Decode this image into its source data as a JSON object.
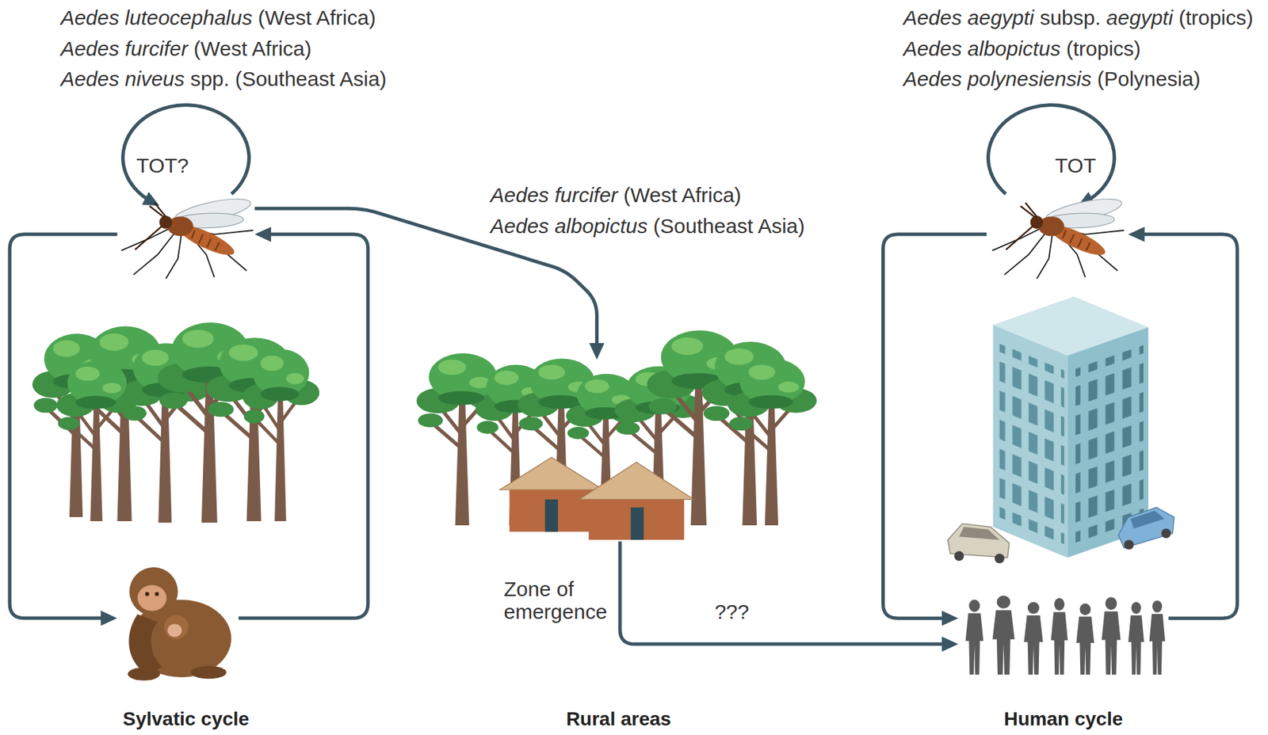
{
  "diagram": {
    "nodes": [
      {
        "text": [
          "Aedes luteocephalus (West Africa)",
          "Aedes furcifer (West Africa)",
          "Aedes niveus spp. (Southeast Asia)"
        ]
      },
      {
        "text": [
          "Sylvatic cycle"
        ]
      },
      {
        "text": [
          "Zone of emergence",
          "Rural areas"
        ]
      },
      {
        "text": [
          "Aedes aegypti subsp. aegypti (tropics)",
          "Aedes albopictus (tropics)",
          "Aedes polynesiensis (Polynesia)"
        ]
      },
      {
        "text": [
          "Human cycle"
        ]
      }
    ],
    "edges": [
      {
        "from": 0,
        "to": 1,
        "arrow": "to"
      },
      {
        "from": 1,
        "to": 0,
        "arrow": "to"
      },
      {
        "from": 0,
        "to": 2,
        "arrow": "to"
      },
      {
        "from": 2,
        "to": 4,
        "label": "???",
        "arrow": "to"
      },
      {
        "from": 3,
        "to": 4,
        "arrow": "to"
      },
      {
        "from": 4,
        "to": 3,
        "arrow": "to"
      }
    ],
    "labels": [
      "TOT?",
      "Aedes furcifer (West Africa)",
      "Aedes albopictus (Southeast Asia)",
      "TOT"
    ]
  }
}
